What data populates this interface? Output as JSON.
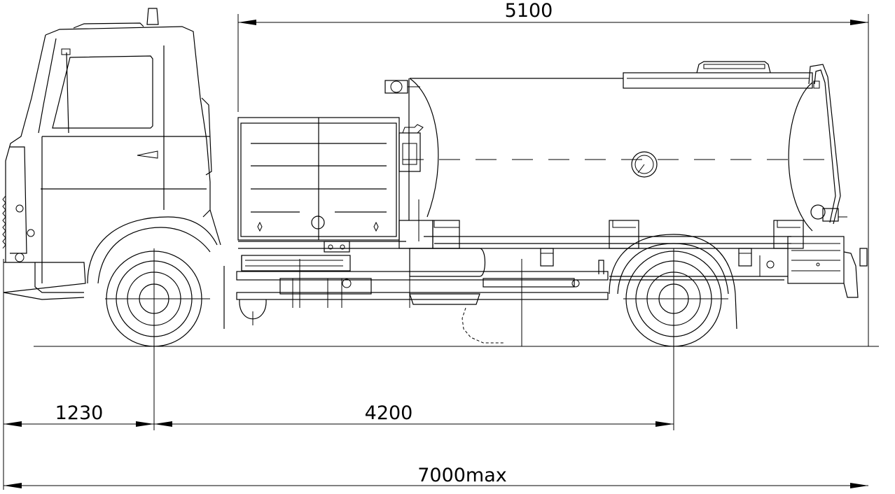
{
  "dimensions": {
    "tank_length": "5100",
    "front_overhang": "1230",
    "wheelbase": "4200",
    "overall_length": "7000max"
  }
}
